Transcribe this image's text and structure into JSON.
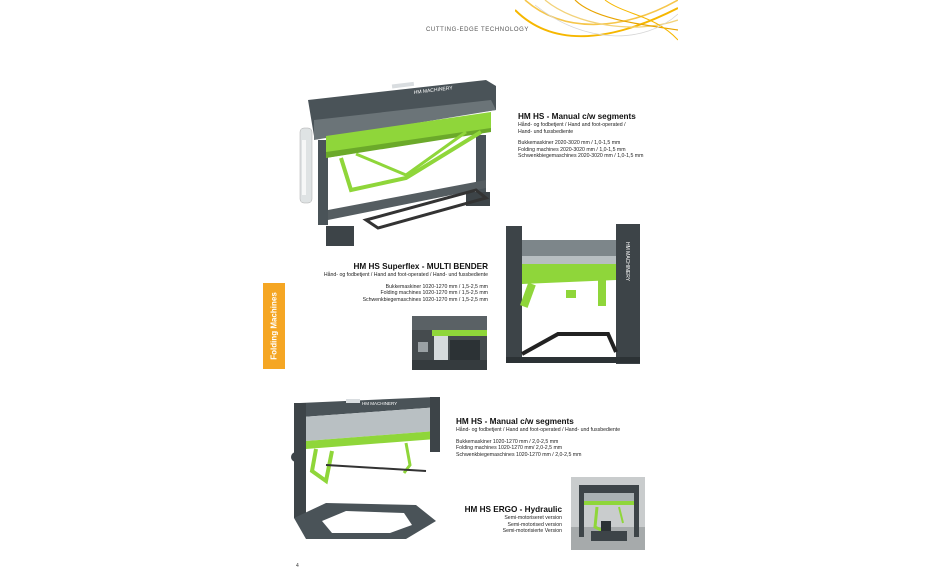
{
  "header": {
    "tagline": "CUTTING-EDGE TECHNOLOGY"
  },
  "side_tab": {
    "label": "Folding Machines"
  },
  "products": [
    {
      "title": "HM HS - Manual c/w segments",
      "subtitle_lines": [
        "Hånd- og fodbetjent / Hand and foot-operated /",
        "Hand- und fussbediente"
      ],
      "spec_lines": [
        "Bukkemaskiner 2020-3020 mm / 1,0-1,5 mm",
        "Folding machines 2020-3020 mm / 1,0-1,5 mm",
        "Schwenkbiegemaschines 2020-3020 mm / 1,0-1,5 mm"
      ]
    },
    {
      "title": "HM HS Superflex - MULTI BENDER",
      "subtitle_lines": [
        "Hånd- og fodbetjent / Hand and foot-operated / Hand- und fussbediente"
      ],
      "spec_lines": [
        "Bukkemaskiner 1020-1270 mm / 1,5-2,5 mm",
        "Folding machines 1020-1270 mm / 1,5-2,5 mm",
        "Schwenkbiegemaschines 1020-1270 mm / 1,5-2,5 mm"
      ]
    },
    {
      "title": "HM HS - Manual c/w segments",
      "subtitle_lines": [
        "Hånd- og fodbetjent / Hand and foot-operated / Hand- und fussbediente"
      ],
      "spec_lines": [
        "Bukkemaskiner 1020-1270 mm / 2,0-2,5 mm",
        "Folding machines 1020-1270 mm/ 2,0-2,5 mm",
        "Schwenkbiegemaschines 1020-1270 mm / 2,0-2,5 mm"
      ]
    },
    {
      "title": "HM HS ERGO - Hydraulic",
      "spec_lines": [
        "Semi-motoriseret version",
        "Semi-motorised version",
        "Semi-motorisierte Version"
      ]
    }
  ],
  "machine_brand": "HM MACHINERY",
  "page_number": "4",
  "colors": {
    "accent_green": "#8fd63a",
    "frame_gray": "#4a5358",
    "tab_orange": "#f5a623",
    "swirl_yellow": "#f6b700"
  }
}
